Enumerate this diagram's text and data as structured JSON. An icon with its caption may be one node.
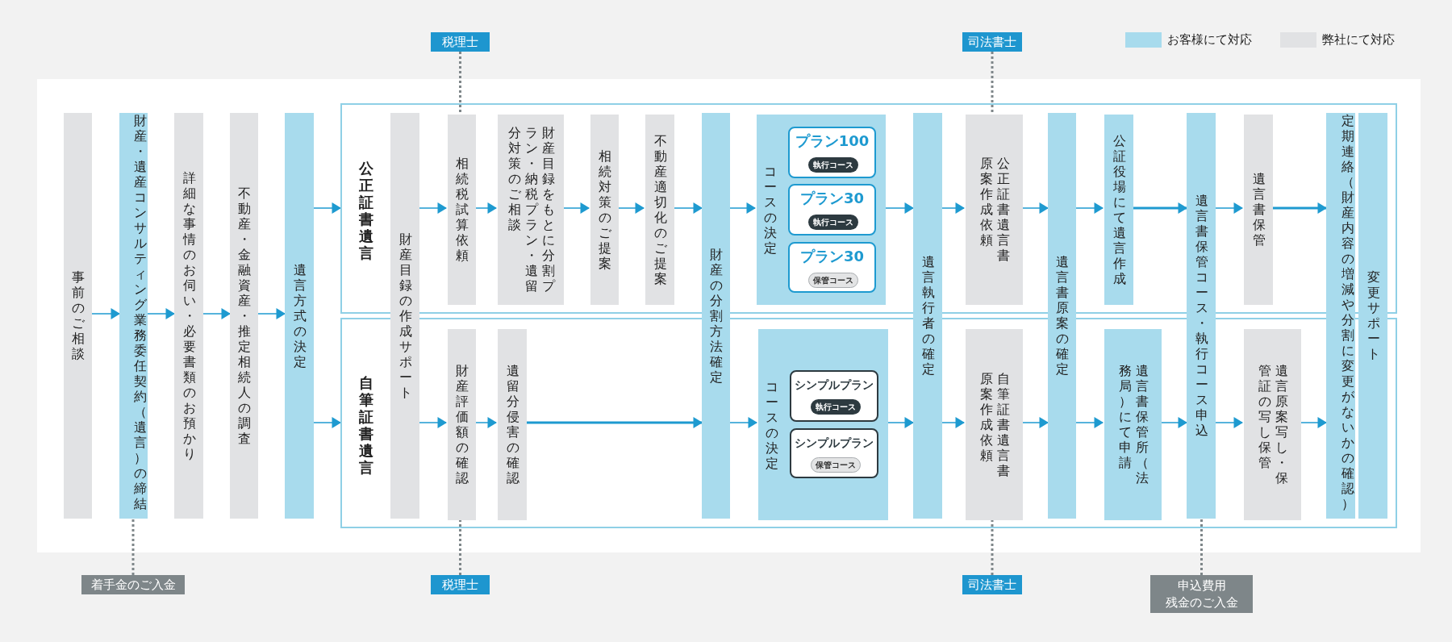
{
  "diagram": {
    "nodes": [
      {
        "text": [
          "事前のご相談"
        ]
      },
      {
        "text": [
          "財産・遺産コンサルティング業務委任契約（遺言）の締結"
        ]
      },
      {
        "text": [
          "詳細な事情のお伺い・必要書類のお預かり"
        ]
      },
      {
        "text": [
          "不動産・金融資産・推定相続人の調査"
        ]
      },
      {
        "text": [
          "遺言方式の決定"
        ]
      },
      {
        "text": [
          "公正証書遺言"
        ]
      },
      {
        "text": [
          "財産目録の作成サポート"
        ]
      },
      {
        "text": [
          "相続税試算依頼"
        ],
        "in": 5
      },
      {
        "text": [
          "財産目録をもとに分割プラン・納税プラン・遺留分対策のご相談"
        ],
        "in": 5
      },
      {
        "text": [
          "相続対策のご提案"
        ],
        "in": 5
      },
      {
        "text": [
          "不動産適切化のご提案"
        ],
        "in": 5
      },
      {
        "text": [
          "財産の分割方法確定"
        ]
      },
      {
        "text": [
          "コースの決定"
        ],
        "in": 5
      },
      {
        "text": [
          "プラン100"
        ],
        "in": 12
      },
      {
        "text": [
          "執行コース"
        ],
        "in": 13
      },
      {
        "text": [
          "プラン30"
        ],
        "in": 12
      },
      {
        "text": [
          "執行コース"
        ],
        "in": 15
      },
      {
        "text": [
          "プラン30"
        ],
        "in": 12
      },
      {
        "text": [
          "保管コース"
        ],
        "in": 17
      },
      {
        "text": [
          "遺言執行者の確定"
        ]
      },
      {
        "text": [
          "公正証書遺言書原案作成依頼"
        ],
        "in": 5
      },
      {
        "text": [
          "遺言書原案の確定"
        ]
      },
      {
        "text": [
          "公証役場にて遺言作成"
        ],
        "in": 5
      },
      {
        "text": [
          "遺言書保管コース・執行コース申込"
        ]
      },
      {
        "text": [
          "遺言書保管"
        ],
        "in": 5
      },
      {
        "text": [
          "定期連絡（財産内容の増減や分割に変更がないかの確認）"
        ]
      },
      {
        "text": [
          "変更サポート"
        ]
      },
      {
        "text": [
          "自筆証書遺言"
        ]
      },
      {
        "text": [
          "財産評価額の確認"
        ],
        "in": 27
      },
      {
        "text": [
          "遺留分侵害の確認"
        ],
        "in": 27
      },
      {
        "text": [
          "コースの決定"
        ],
        "in": 27
      },
      {
        "text": [
          "シンプルプラン"
        ],
        "in": 30
      },
      {
        "text": [
          "執行コース"
        ],
        "in": 31
      },
      {
        "text": [
          "シンプルプラン"
        ],
        "in": 30
      },
      {
        "text": [
          "保管コース"
        ],
        "in": 33
      },
      {
        "text": [
          "自筆証書遺言書原案作成依頼"
        ],
        "in": 27
      },
      {
        "text": [
          "遺言書保管所（法務局）にて申請"
        ],
        "in": 27
      },
      {
        "text": [
          "遺言原案写し・保管証の写し保管"
        ],
        "in": 27
      },
      {
        "text": [
          "税理士"
        ]
      },
      {
        "text": [
          "司法書士"
        ]
      },
      {
        "text": [
          "着手金のご入金"
        ]
      },
      {
        "text": [
          "税理士"
        ]
      },
      {
        "text": [
          "司法書士"
        ]
      },
      {
        "text": [
          "申込費用",
          "残金のご入金"
        ]
      }
    ],
    "edges": [
      {
        "from": 0,
        "to": 1,
        "arrow": "to"
      },
      {
        "from": 1,
        "to": 2,
        "arrow": "to"
      },
      {
        "from": 2,
        "to": 3,
        "arrow": "to"
      },
      {
        "from": 3,
        "to": 4,
        "arrow": "to"
      },
      {
        "from": 4,
        "to": 5,
        "arrow": "to"
      },
      {
        "from": 4,
        "to": 27,
        "arrow": "to"
      },
      {
        "from": 6,
        "to": 7,
        "arrow": "to"
      },
      {
        "from": 7,
        "to": 8,
        "arrow": "to"
      },
      {
        "from": 8,
        "to": 9,
        "arrow": "to"
      },
      {
        "from": 9,
        "to": 10,
        "arrow": "to"
      },
      {
        "from": 10,
        "to": 11,
        "arrow": "to"
      },
      {
        "from": 11,
        "to": 12,
        "arrow": "to"
      },
      {
        "from": 12,
        "to": 19,
        "arrow": "to"
      },
      {
        "from": 19,
        "to": 20,
        "arrow": "to"
      },
      {
        "from": 20,
        "to": 21,
        "arrow": "to"
      },
      {
        "from": 21,
        "to": 22,
        "arrow": "to"
      },
      {
        "from": 22,
        "to": 23,
        "arrow": "to",
        "color": "#1e9ad0"
      },
      {
        "from": 23,
        "to": 24,
        "arrow": "to"
      },
      {
        "from": 24,
        "to": 25,
        "arrow": "to",
        "color": "#1e9ad0"
      },
      {
        "from": 6,
        "to": 28,
        "arrow": "to"
      },
      {
        "from": 28,
        "to": 29,
        "arrow": "to"
      },
      {
        "from": 29,
        "to": 11,
        "arrow": "to",
        "color": "#1e9ad0"
      },
      {
        "from": 11,
        "to": 30,
        "arrow": "to"
      },
      {
        "from": 30,
        "to": 19,
        "arrow": "to"
      },
      {
        "from": 19,
        "to": 35,
        "arrow": "to"
      },
      {
        "from": 35,
        "to": 21,
        "arrow": "to"
      },
      {
        "from": 21,
        "to": 36,
        "arrow": "to"
      },
      {
        "from": 36,
        "to": 23,
        "arrow": "to"
      },
      {
        "from": 23,
        "to": 37,
        "arrow": "to"
      },
      {
        "from": 37,
        "to": 25,
        "arrow": "to"
      },
      {
        "from": 38,
        "to": 7,
        "arrow": "none",
        "style": "dashed",
        "color": "#7e8689"
      },
      {
        "from": 39,
        "to": 20,
        "arrow": "none",
        "style": "dashed",
        "color": "#7e8689"
      },
      {
        "from": 40,
        "to": 1,
        "arrow": "none",
        "style": "dashed",
        "color": "#7e8689"
      },
      {
        "from": 41,
        "to": 28,
        "arrow": "none",
        "style": "dashed",
        "color": "#7e8689"
      },
      {
        "from": 42,
        "to": 35,
        "arrow": "none",
        "style": "dashed",
        "color": "#7e8689"
      },
      {
        "from": 43,
        "to": 23,
        "arrow": "none",
        "style": "dashed",
        "color": "#7e8689"
      }
    ],
    "legend": [
      {
        "text": "お客様にて対応",
        "color": "#a8dbed"
      },
      {
        "text": "弊社にて対応",
        "color": "#e1e2e4"
      }
    ]
  }
}
